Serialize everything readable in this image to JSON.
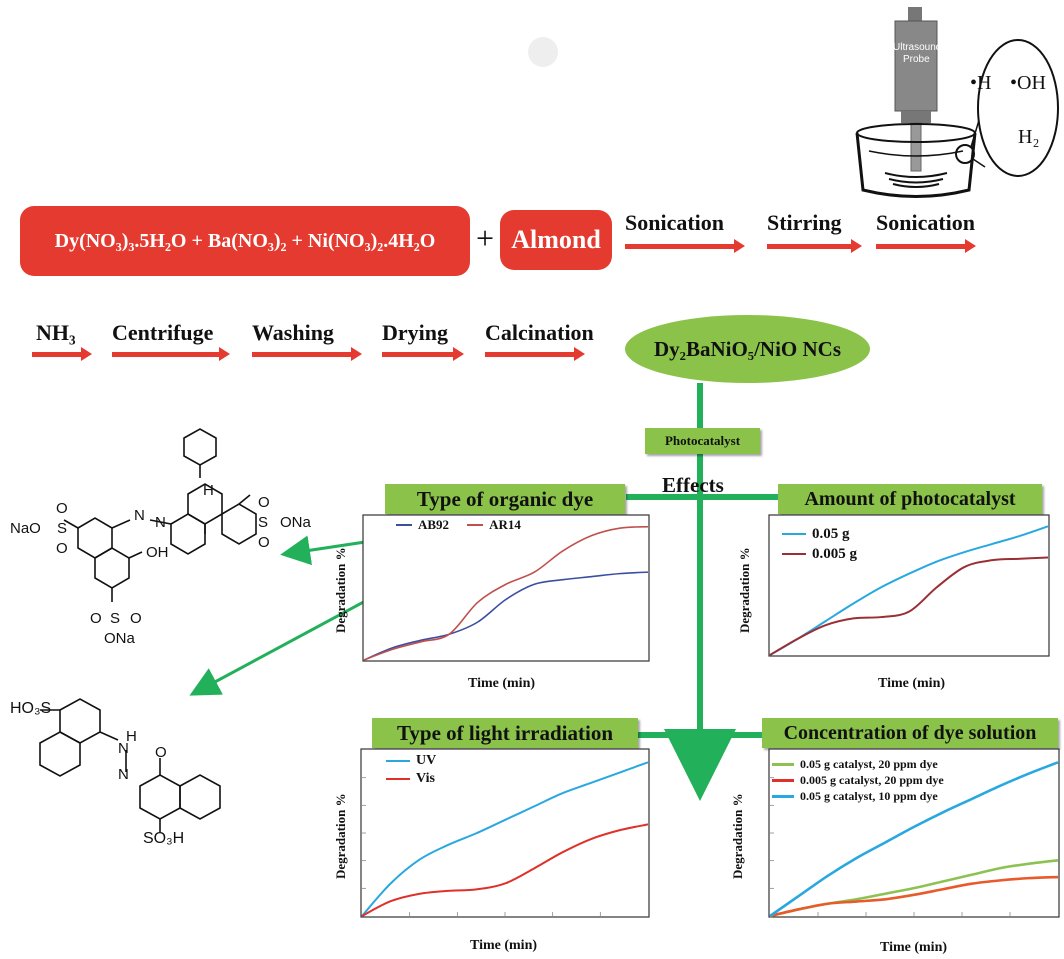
{
  "reaction": {
    "precursors": "Dy(NO₃)₃.5H₂O + Ba(NO₃)₂ + Ni(NO₃)₂.4H₂O",
    "plus": "+",
    "almond": "Almond"
  },
  "steps_row1": [
    "Sonication",
    "Stirring",
    "Sonication"
  ],
  "steps_row2": [
    "NH₃",
    "Centrifuge",
    "Washing",
    "Drying",
    "Calcination"
  ],
  "product": "Dy₂BaNiO₅/NiO NCs",
  "photocatalyst_label": "Photocatalyst",
  "effects_label": "Effects",
  "probe": {
    "label_line1": "Ultrasound",
    "label_line2": "Probe",
    "radicals": [
      "•H",
      "•OH",
      "H₂"
    ]
  },
  "panels": {
    "dye": {
      "title": "Type of organic dye",
      "ylabel": "Degradation %",
      "xlabel": "Time (min)"
    },
    "amount": {
      "title": "Amount of photocatalyst",
      "ylabel": "Degradation %",
      "xlabel": "Time (min)"
    },
    "light": {
      "title": "Type of light irradiation",
      "ylabel": "Degradation %",
      "xlabel": "Time (min)"
    },
    "conc": {
      "title": "Concentration of dye solution",
      "ylabel": "Degradation %",
      "xlabel": "Time (min)"
    }
  },
  "chem_labels": {
    "ab92": [
      "NaO",
      "O",
      "S",
      "O",
      "N",
      "N",
      "H",
      "S",
      "ONa",
      "O",
      "O",
      "OH",
      "O",
      "S",
      "O",
      "ONa"
    ],
    "ar14": [
      "HO₃S",
      "H",
      "N",
      "N",
      "O",
      "SO₃H"
    ]
  },
  "colors": {
    "red": "#e53a2f",
    "green": "#8bc34a",
    "arrow_green": "#22b05a",
    "blue": "#29a8e0",
    "darkred": "#a0353a"
  },
  "chart_data": [
    {
      "type": "line",
      "title": "Type of organic dye",
      "xlabel": "Time (min)",
      "ylabel": "Degradation %",
      "series": [
        {
          "name": "AB92",
          "color": "#3b4ea0",
          "x": [
            0,
            1,
            2,
            3,
            4,
            5,
            6,
            7,
            8,
            9,
            10
          ],
          "y": [
            0,
            8,
            13,
            17,
            25,
            40,
            50,
            53,
            55,
            57,
            58
          ]
        },
        {
          "name": "AR14",
          "color": "#c0504d",
          "x": [
            0,
            1,
            2,
            3,
            4,
            5,
            6,
            7,
            8,
            9,
            10
          ],
          "y": [
            0,
            7,
            12,
            17,
            38,
            50,
            58,
            72,
            82,
            87,
            88
          ]
        }
      ]
    },
    {
      "type": "line",
      "title": "Amount of photocatalyst",
      "xlabel": "Time (min)",
      "ylabel": "Degradation %",
      "series": [
        {
          "name": "0.05 g",
          "color": "#29a8e0",
          "x": [
            0,
            1,
            2,
            3,
            4,
            5,
            6,
            7,
            8,
            9,
            10
          ],
          "y": [
            0,
            12,
            25,
            38,
            50,
            60,
            69,
            76,
            82,
            88,
            95
          ]
        },
        {
          "name": "0.005 g",
          "color": "#9a2f36",
          "x": [
            0,
            1,
            2,
            3,
            4,
            5,
            6,
            7,
            8,
            9,
            10
          ],
          "y": [
            0,
            12,
            22,
            27,
            28,
            32,
            50,
            65,
            70,
            71,
            72
          ]
        }
      ]
    },
    {
      "type": "line",
      "title": "Type of light irradiation",
      "xlabel": "Time (min)",
      "ylabel": "Degradation %",
      "series": [
        {
          "name": "UV",
          "color": "#29a8e0",
          "x": [
            0,
            1,
            2,
            3,
            4,
            5,
            6,
            7,
            8,
            9,
            10
          ],
          "y": [
            0,
            22,
            38,
            48,
            56,
            65,
            74,
            83,
            90,
            97,
            104
          ]
        },
        {
          "name": "Vis",
          "color": "#e0302a",
          "x": [
            0,
            1,
            2,
            3,
            4,
            5,
            6,
            7,
            8,
            9,
            10
          ],
          "y": [
            0,
            10,
            15,
            17,
            18,
            22,
            32,
            43,
            52,
            58,
            62
          ]
        }
      ]
    },
    {
      "type": "line",
      "title": "Concentration of dye solution",
      "xlabel": "Time (min)",
      "ylabel": "Degradation %",
      "series": [
        {
          "name": "0.05 g catalyst, 20 ppm dye",
          "color": "#8dc252",
          "x": [
            0,
            1,
            2,
            3,
            4,
            5,
            6,
            7,
            8,
            9,
            10
          ],
          "y": [
            0,
            6,
            11,
            15,
            20,
            25,
            31,
            37,
            43,
            47,
            50
          ]
        },
        {
          "name": "0.005 g catalyst, 20 ppm dye",
          "color": "#e85a2a",
          "x": [
            0,
            1,
            2,
            3,
            4,
            5,
            6,
            7,
            8,
            9,
            10
          ],
          "y": [
            0,
            6,
            11,
            13,
            15,
            19,
            24,
            29,
            32,
            34,
            35
          ]
        },
        {
          "name": "0.05 g catalyst, 10 ppm dye",
          "color": "#29a8e0",
          "x": [
            0,
            1,
            2,
            3,
            4,
            5,
            6,
            7,
            8,
            9,
            10
          ],
          "y": [
            0,
            18,
            36,
            52,
            66,
            80,
            93,
            105,
            117,
            128,
            138
          ]
        }
      ]
    }
  ]
}
